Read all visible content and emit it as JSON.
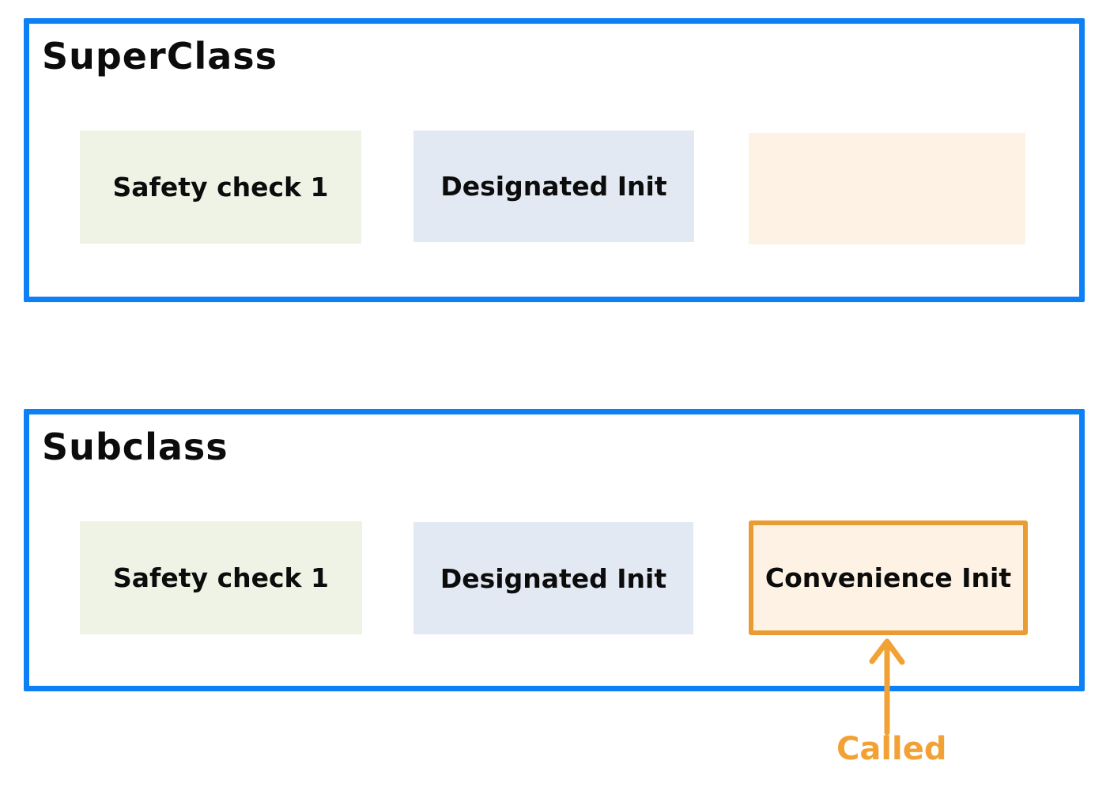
{
  "colors": {
    "container_border_blue": "#0d80f5",
    "green_fill": "#eef3e6",
    "blue_fill": "#e2e9f2",
    "peach_fill": "#fdf2e4",
    "highlight_orange": "#e99c33",
    "arrow_orange": "#f2a134",
    "text_black": "#0c0c0c"
  },
  "superclass": {
    "title": "SuperClass",
    "cells": [
      {
        "label": "Safety check 1",
        "variant": "green"
      },
      {
        "label": "Designated Init",
        "variant": "blue"
      },
      {
        "label": "",
        "variant": "peach"
      }
    ]
  },
  "subclass": {
    "title": "Subclass",
    "cells": [
      {
        "label": "Safety check 1",
        "variant": "green"
      },
      {
        "label": "Designated Init",
        "variant": "blue"
      },
      {
        "label": "Convenience Init",
        "variant": "peach",
        "highlighted": true
      }
    ]
  },
  "annotation": {
    "called_label": "Called",
    "arrow_direction": "up",
    "arrow_target": "Convenience Init"
  }
}
